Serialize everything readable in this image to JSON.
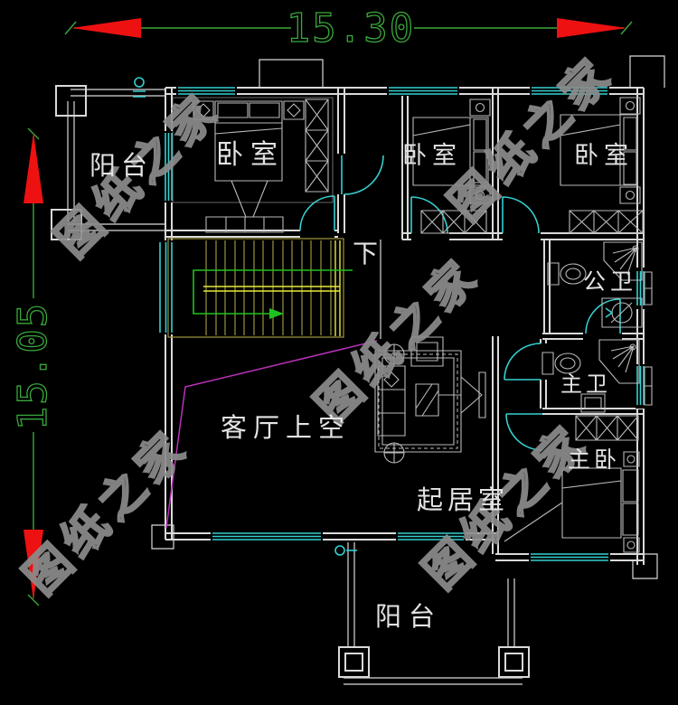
{
  "dimensions": {
    "width": "15.30",
    "height": "15.05"
  },
  "rooms": {
    "top_balcony": "阳台",
    "bedroom_left": "卧室",
    "bedroom_middle": "卧室",
    "bedroom_right": "卧室",
    "stairs_down": "下",
    "public_bathroom": "公卫",
    "master_bathroom": "主卫",
    "master_bedroom": "主卧",
    "living_void": "客厅上空",
    "living_room": "起居室",
    "bottom_balcony": "阳台"
  },
  "watermark": {
    "text": "图纸之家"
  },
  "colors": {
    "bg": "#000000",
    "wall": "#d9d9d9",
    "furn": "#b9b9b9",
    "glass": "#35cfcf",
    "stair": "#9a9440",
    "rail": "#e8e838",
    "route": "#1fc21f",
    "dim": "#3aa83a",
    "arrow": "#ee1111",
    "void": "#b832b8",
    "label": "#e3e3e3",
    "wm": "#8c8c8c"
  }
}
